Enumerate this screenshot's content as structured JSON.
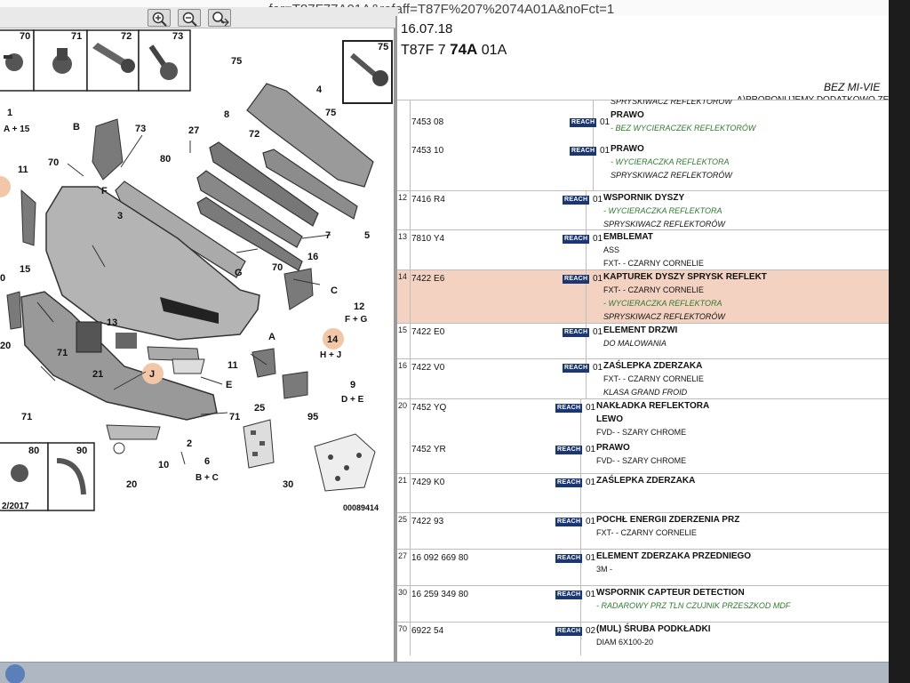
{
  "url": "...fer=T87F77A01A&refaff=T87F%207%2074A01A&noFct=1",
  "header": {
    "date": "16.07.18",
    "ref_prefix": "T87F 7",
    "ref_bold": "74A",
    "ref_suffix": "01A"
  },
  "notes": {
    "bez": "BEZ MI-VIE",
    "proponujemy": "A)PROPONUJEMY DODATKOWO ZESTAW"
  },
  "colors": {
    "badge": "#1a3773",
    "highlight": "#f3d2c2",
    "green_text": "#2f7a2f"
  },
  "diagram": {
    "labels": {
      "l70": "70",
      "l71": "71",
      "l72": "72",
      "l73": "73",
      "l75": "75",
      "l75b": "75",
      "l4": "4",
      "l75c": "75",
      "l8": "8",
      "l72b": "72",
      "l1": "1",
      "l1b": "A + 15",
      "lB": "B",
      "l73b": "73",
      "l27": "27",
      "l11": "11",
      "l70b": "70",
      "l80": "80",
      "lF": "F",
      "l3": "3",
      "l7": "7",
      "l5": "5",
      "l16": "16",
      "l15": "15",
      "lG": "G",
      "l70c": "70",
      "lC": "C",
      "l12": "12",
      "l12b": "F + G",
      "l13": "13",
      "lA": "A",
      "l14": "14",
      "l14b": "H + J",
      "l71b": "71",
      "l21": "21",
      "l11b": "11",
      "lJ": "J",
      "lE": "E",
      "l9": "9",
      "l9b": "D + E",
      "l25": "25",
      "l71c": "71",
      "l2": "2",
      "l10": "10",
      "l95": "95",
      "l6": "6",
      "l6b": "B + C",
      "l20": "20",
      "l30": "30",
      "l80b": "80",
      "l90": "90",
      "l71d": "71",
      "lyear": "2/2017",
      "lref": "00089414",
      "l0": "0",
      "l20b": "20"
    }
  },
  "rows": [
    {
      "num": "",
      "lines": [
        {
          "code": "7453 08",
          "badge": "REACH",
          "qty": "01",
          "desc": [
            {
              "text": "SPRYSKIWACZ REFLEKTORÓW",
              "style": "i"
            },
            {
              "text": "PRAWO",
              "style": "t"
            },
            {
              "text": "- BEZ WYCIERACZEK REFLEKTORÓW",
              "style": "g"
            }
          ]
        },
        {
          "code": "7453 10",
          "badge": "REACH",
          "qty": "01",
          "desc": [
            {
              "text": "PRAWO",
              "style": "t"
            },
            {
              "text": "- WYCIERACZKA REFLEKTORA",
              "style": "g"
            },
            {
              "text": "SPRYSKIWACZ REFLEKTORÓW",
              "style": "i"
            }
          ]
        }
      ]
    },
    {
      "num": "12",
      "lines": [
        {
          "code": "7416 R4",
          "badge": "REACH",
          "qty": "01",
          "desc": [
            {
              "text": "WSPORNIK DYSZY",
              "style": "t"
            },
            {
              "text": "- WYCIERACZKA REFLEKTORA",
              "style": "g"
            },
            {
              "text": "SPRYSKIWACZ REFLEKTORÓW",
              "style": "i"
            }
          ]
        }
      ]
    },
    {
      "num": "13",
      "lines": [
        {
          "code": "7810 Y4",
          "badge": "REACH",
          "qty": "01",
          "desc": [
            {
              "text": "EMBLEMAT",
              "style": "t"
            },
            {
              "text": "ASS",
              "style": ""
            },
            {
              "text": "FXT- - CZARNY CORNELIE",
              "style": ""
            }
          ]
        }
      ]
    },
    {
      "num": "14",
      "hl": true,
      "lines": [
        {
          "code": "7422 E6",
          "badge": "REACH",
          "qty": "01",
          "desc": [
            {
              "text": "KAPTUREK DYSZY SPRYSK REFLEKT",
              "style": "t"
            },
            {
              "text": "FXT- - CZARNY CORNELIE",
              "style": ""
            },
            {
              "text": "- WYCIERACZKA REFLEKTORA",
              "style": "g"
            },
            {
              "text": "SPRYSKIWACZ REFLEKTORÓW",
              "style": "i"
            }
          ]
        }
      ]
    },
    {
      "num": "15",
      "lines": [
        {
          "code": "7422 E0",
          "badge": "REACH",
          "qty": "01",
          "desc": [
            {
              "text": "ELEMENT DRZWI",
              "style": "t"
            },
            {
              "text": "DO MALOWANIA",
              "style": "i"
            }
          ]
        }
      ]
    },
    {
      "num": "16",
      "lines": [
        {
          "code": "7422 V0",
          "badge": "REACH",
          "qty": "01",
          "desc": [
            {
              "text": "ZAŚLEPKA ZDERZAKA",
              "style": "t"
            },
            {
              "text": "FXT- - CZARNY CORNELIE",
              "style": ""
            },
            {
              "text": "KLASA GRAND FROID",
              "style": "i"
            }
          ]
        }
      ]
    },
    {
      "num": "20",
      "lines": [
        {
          "code": "7452 YQ",
          "badge": "REACH",
          "qty": "01",
          "desc": [
            {
              "text": "NAKŁADKA REFLEKTORA",
              "style": "t"
            },
            {
              "text": "LEWO",
              "style": "t"
            },
            {
              "text": "FVD- - SZARY CHROME",
              "style": ""
            }
          ]
        },
        {
          "code": "7452 YR",
          "badge": "REACH",
          "qty": "01",
          "desc": [
            {
              "text": "PRAWO",
              "style": "t"
            },
            {
              "text": "FVD- - SZARY CHROME",
              "style": ""
            }
          ]
        }
      ]
    },
    {
      "num": "21",
      "lines": [
        {
          "code": "7429 K0",
          "badge": "REACH",
          "qty": "01",
          "desc": [
            {
              "text": "ZAŚLEPKA ZDERZAKA",
              "style": "t"
            }
          ]
        }
      ]
    },
    {
      "num": "25",
      "lines": [
        {
          "code": "7422 93",
          "badge": "REACH",
          "qty": "01",
          "desc": [
            {
              "text": "POCHŁ ENERGII ZDERZENIA PRZ",
              "style": "t"
            },
            {
              "text": "FXT- - CZARNY CORNELIE",
              "style": ""
            }
          ]
        }
      ]
    },
    {
      "num": "27",
      "lines": [
        {
          "code": "16 092 669 80",
          "badge": "REACH",
          "qty": "01",
          "desc": [
            {
              "text": "ELEMENT ZDERZAKA PRZEDNIEGO",
              "style": "t"
            },
            {
              "text": "3M -",
              "style": ""
            }
          ]
        }
      ]
    },
    {
      "num": "30",
      "lines": [
        {
          "code": "16 259 349 80",
          "badge": "REACH",
          "qty": "01",
          "desc": [
            {
              "text": "WSPORNIK CAPTEUR DETECTION",
              "style": "t"
            },
            {
              "text": "- RADAROWY PRZ TLN CZUJNIK PRZESZKOD MDF",
              "style": "g"
            }
          ]
        }
      ]
    },
    {
      "num": "70",
      "lines": [
        {
          "code": "6922 54",
          "badge": "REACH",
          "qty": "02",
          "desc": [
            {
              "text": "(MUL) ŚRUBA PODKŁADKI",
              "style": "t"
            },
            {
              "text": "DIAM 6X100-20",
              "style": ""
            }
          ]
        }
      ]
    }
  ]
}
